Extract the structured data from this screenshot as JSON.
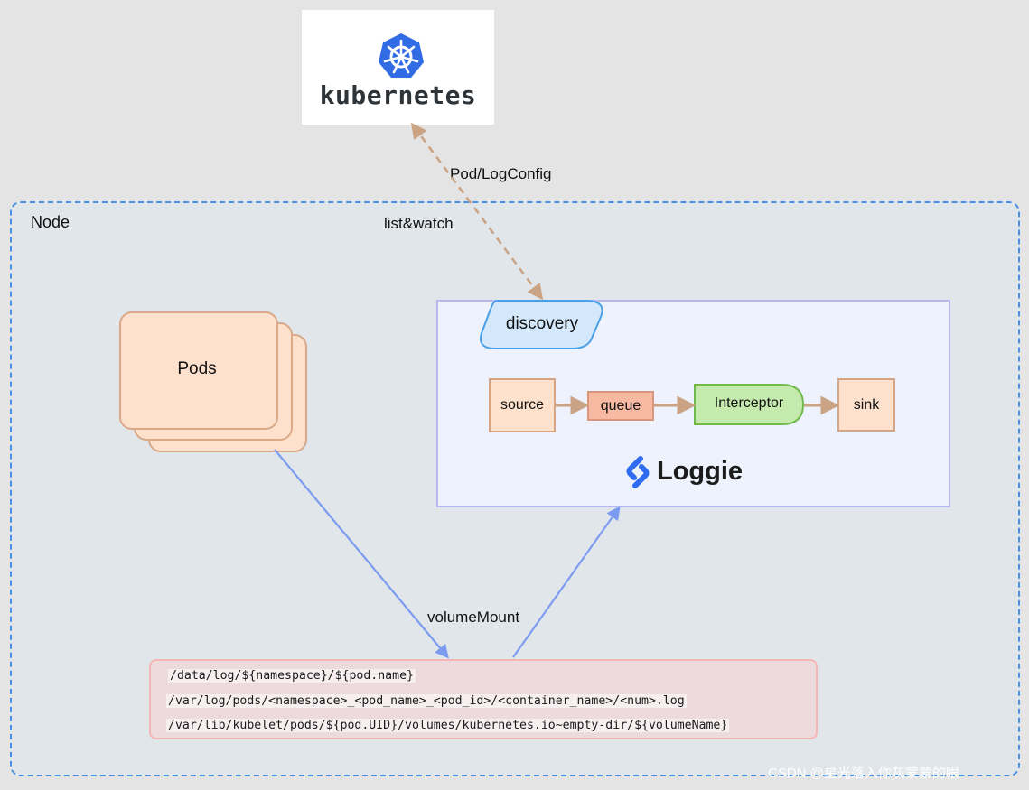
{
  "kubernetes": {
    "wordmark": "kubernetes"
  },
  "edges": {
    "pod_logconfig": "Pod/LogConfig",
    "list_watch": "list&watch",
    "volume_mount": "volumeMount"
  },
  "node": {
    "label": "Node"
  },
  "pods": {
    "label": "Pods"
  },
  "loggie": {
    "discovery": "discovery",
    "pipeline": [
      "source",
      "queue",
      "Interceptor",
      "sink"
    ],
    "wordmark": "Loggie"
  },
  "paths": [
    "/data/log/${namespace}/${pod.name}",
    "/var/log/pods/<namespace>_<pod_name>_<pod_id>/<container_name>/<num>.log",
    "/var/lib/kubelet/pods/${pod.UID}/volumes/kubernetes.io~empty-dir/${volumeName}"
  ],
  "watermark": "CSDN @星光落入你灰蒙蒙的眼",
  "colors": {
    "node_border": "#4a90e2",
    "pod_fill": "#fde1cc",
    "queue_fill": "#f8b9a2",
    "interceptor_fill": "#c5eaae",
    "discovery_fill": "#d4e8fb",
    "k8s_brand": "#326ce5",
    "watch_arrow": "#c9a384",
    "mount_arrow": "#7d9cf1"
  }
}
